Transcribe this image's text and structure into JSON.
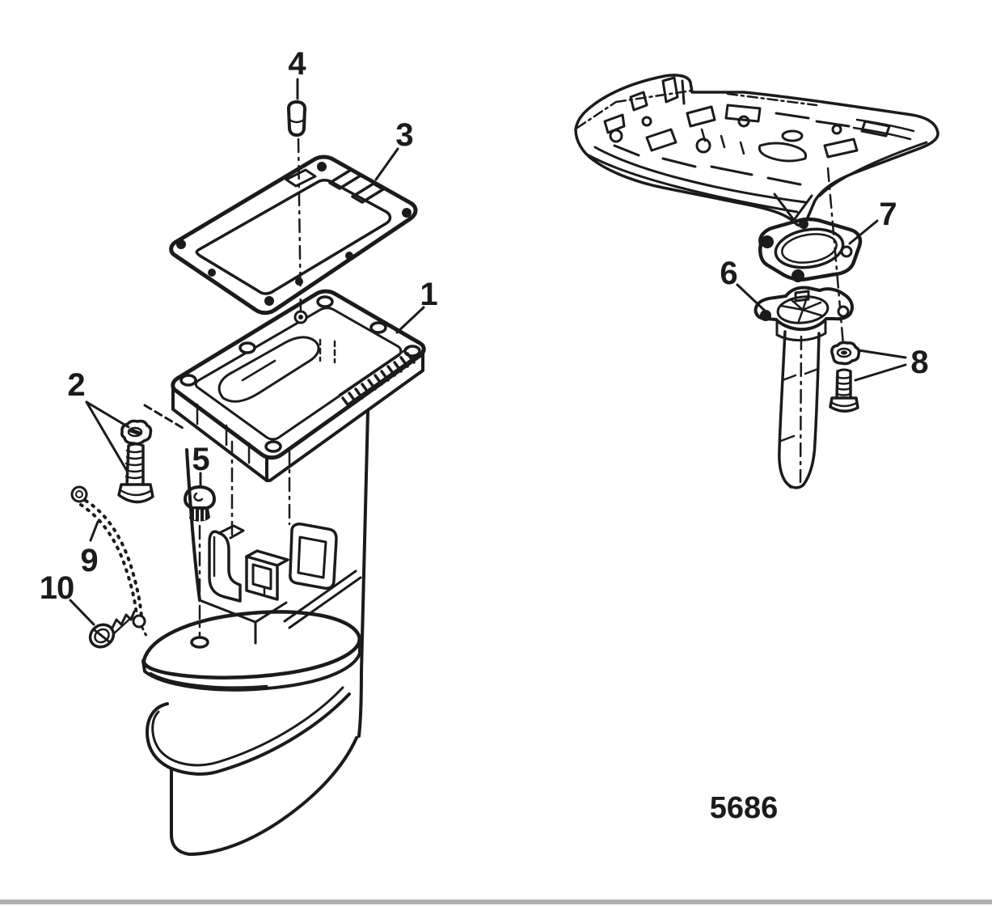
{
  "figure": {
    "number": "5686",
    "callouts": [
      {
        "label": "1"
      },
      {
        "label": "2"
      },
      {
        "label": "3"
      },
      {
        "label": "4"
      },
      {
        "label": "5"
      },
      {
        "label": "6"
      },
      {
        "label": "7"
      },
      {
        "label": "8"
      },
      {
        "label": "9"
      },
      {
        "label": "10"
      }
    ]
  },
  "colors": {
    "ink": "#1b1b1b",
    "paper": "#ffffff",
    "footer_bar": "#b0b0b0"
  }
}
